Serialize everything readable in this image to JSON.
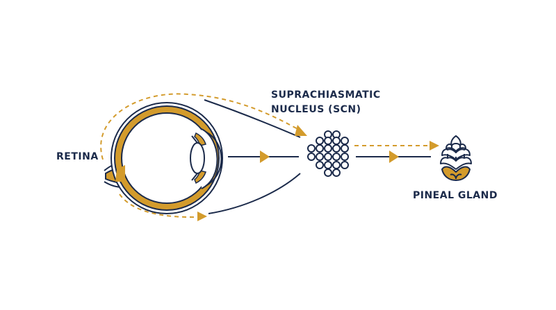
{
  "labels": {
    "retina": "RETINA",
    "scn_line1": "SUPRACHIASMATIC",
    "scn_line2": "NUCLEUS (SCN)",
    "pineal": "PINEAL GLAND"
  },
  "icons": [
    "eye-icon",
    "scn-cluster-icon",
    "pine-cone-icon",
    "arrowhead-icon"
  ],
  "colors": {
    "navy": "#1b2a4a",
    "gold": "#d39b2c",
    "background": "#ffffff"
  }
}
